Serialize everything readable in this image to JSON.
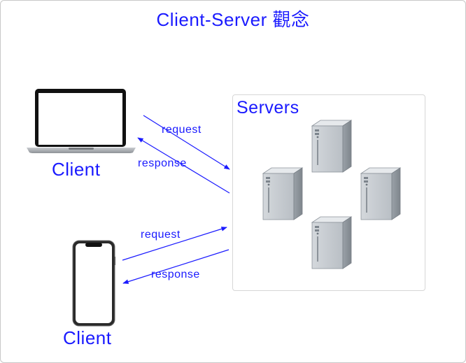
{
  "title": "Client-Server 觀念",
  "servers_label": "Servers",
  "clients": [
    {
      "label": "Client",
      "device": "laptop-icon"
    },
    {
      "label": "Client",
      "device": "smartphone-icon"
    }
  ],
  "connections": [
    {
      "label": "request"
    },
    {
      "label": "response"
    },
    {
      "label": "request"
    },
    {
      "label": "response"
    }
  ],
  "colors": {
    "accent": "#1a1aff",
    "server_gray": "#a9b0b8",
    "box_border": "#d6d6d6"
  },
  "server_count": 4
}
